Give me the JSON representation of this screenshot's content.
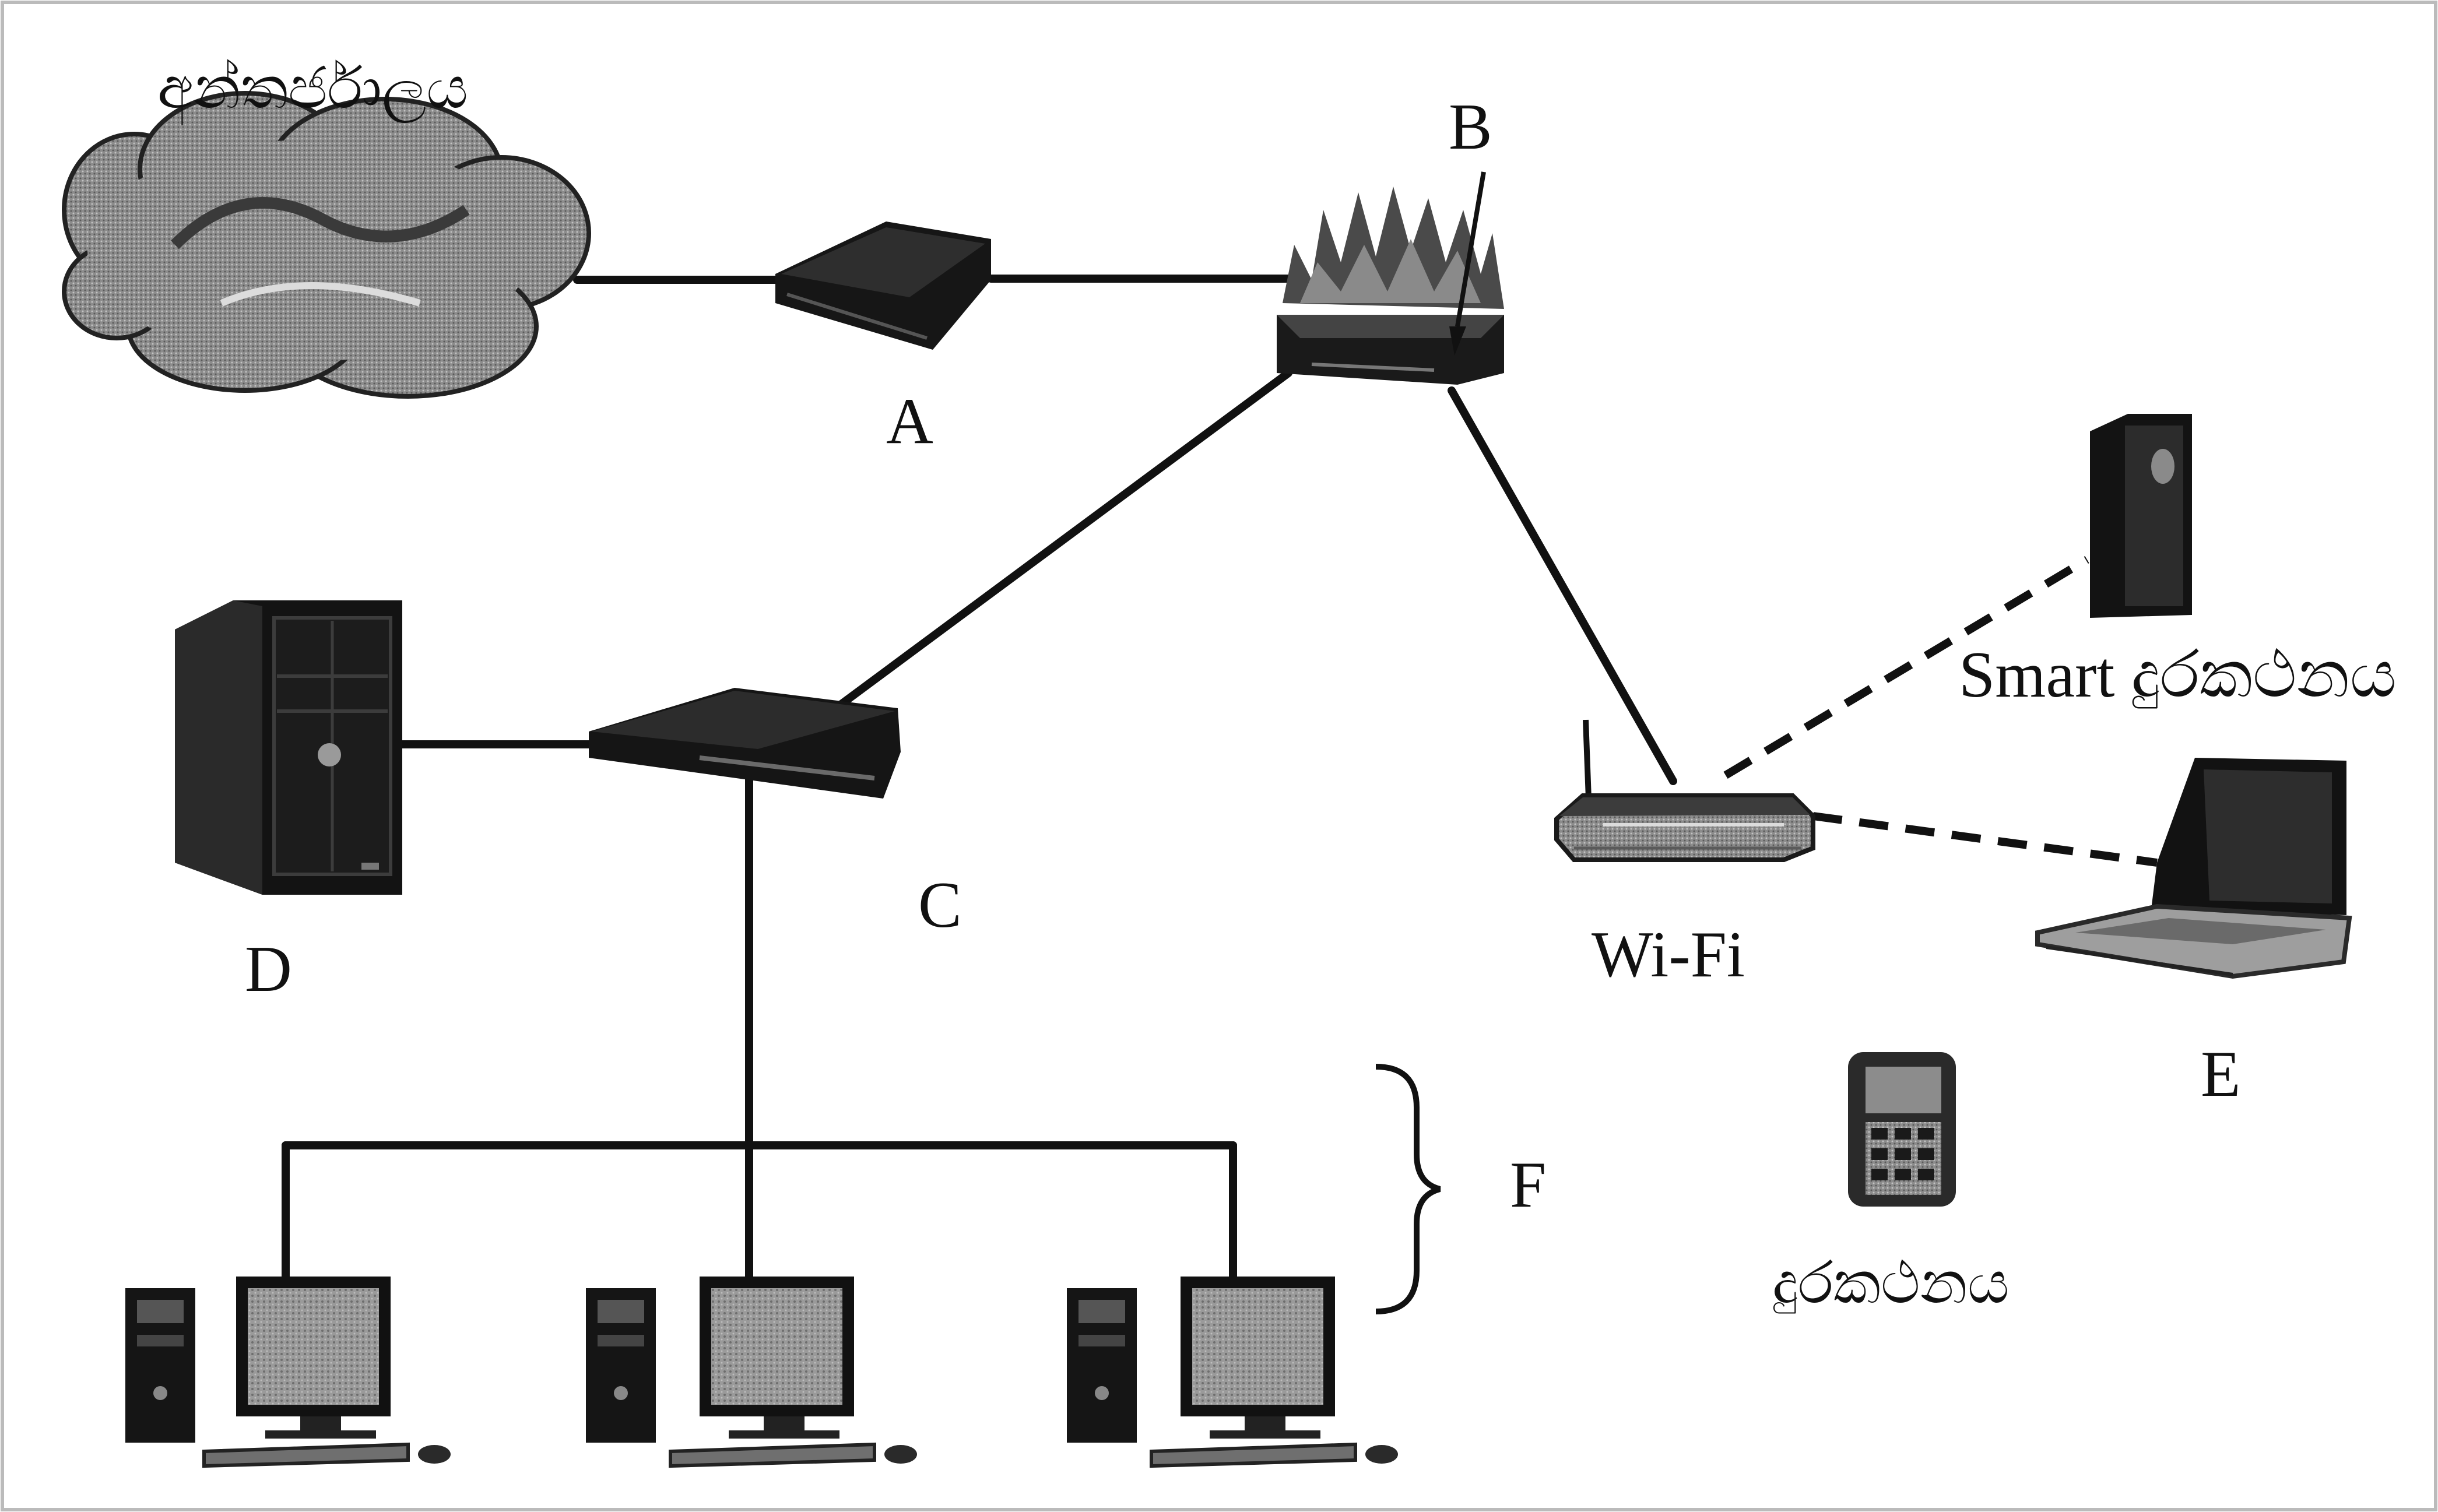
{
  "labels": {
    "internet": "අන්තර්ජාලය",
    "a": "A",
    "b": "B",
    "c": "C",
    "d": "D",
    "e": "E",
    "f": "F",
    "wifi": "Wi-Fi",
    "smartphone": "Smart දුරකථනය",
    "phone": "දුරකථනය"
  },
  "icons": {
    "internet": "cloud-icon",
    "a": "modem-icon",
    "b": "firewall-icon",
    "c": "switch-icon",
    "d": "server-tower-icon",
    "wifi": "wireless-router-icon",
    "smartphone": "smartphone-icon",
    "laptop": "laptop-icon",
    "phone": "mobile-phone-icon",
    "workstation": "desktop-computer-icon"
  },
  "colors": {
    "ink": "#111111",
    "background": "#ffffff"
  }
}
